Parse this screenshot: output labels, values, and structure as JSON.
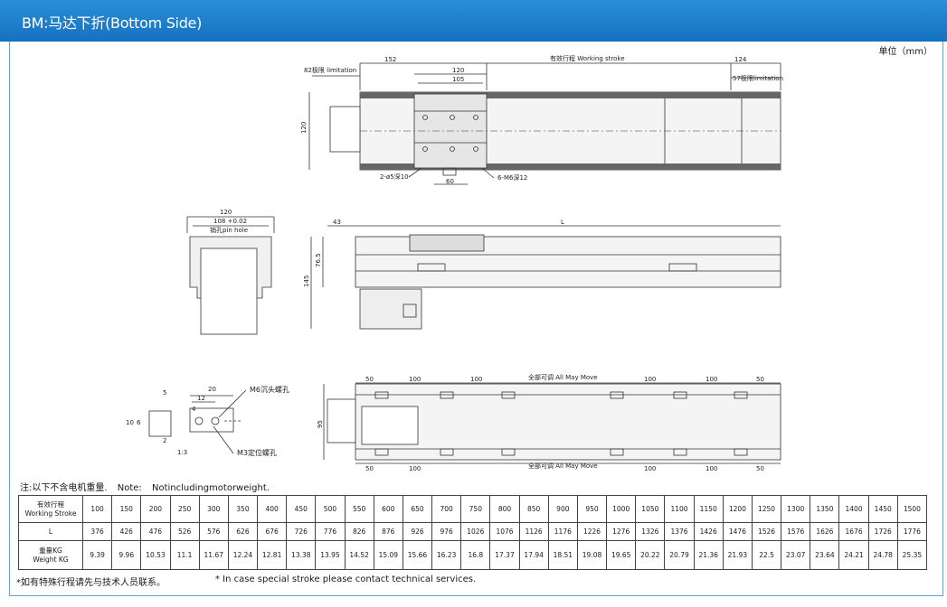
{
  "header": {
    "title": "BM:马达下折(Bottom Side)"
  },
  "unit_label": "单位（mm）",
  "drawing": {
    "top_view": {
      "label_82": "82极限 limitation",
      "label_57": "57极限limitation",
      "dim_152": "152",
      "dim_working": "有效行程 Working stroke",
      "dim_124": "124",
      "dim_120": "120",
      "dim_105": "105",
      "dim_120_v": "120",
      "dim_60": "60",
      "hole_left": "2-ø5深10",
      "hole_right": "6-M6深12"
    },
    "end_view": {
      "dim_120": "120",
      "dim_108": "108 +0.02",
      "pin_hole": "销孔pin hole",
      "dim_145": "145",
      "dim_76_5": "76.5",
      "dim_43": "43",
      "dim_L": "L"
    },
    "bottom_view": {
      "dim_50a": "50",
      "dim_100a": "100",
      "dim_100b": "100",
      "all_move": "全部可调 All May Move",
      "dim_100c": "100",
      "dim_100d": "100",
      "dim_50b": "50",
      "dim_95": "95",
      "dim_50c": "50",
      "dim_100e": "100",
      "all_move_b": "全部可调 All May Move",
      "dim_100f": "100",
      "dim_100g": "100",
      "dim_50d": "50"
    },
    "detail": {
      "dim_5": "5",
      "dim_10": "10",
      "dim_6": "6",
      "dim_2": "2",
      "dim_20": "20",
      "dim_12": "12",
      "dim_4": "4",
      "m6": "M6沉头螺孔",
      "m3": "M3定位螺孔",
      "scale": "1:3"
    }
  },
  "note": {
    "cn": "注:以下不含电机重量.",
    "en_label": "Note:",
    "en_text": "Notincludingmotorweight."
  },
  "table": {
    "row_headers": {
      "stroke_cn": "有效行程",
      "stroke_en": "Working Stroke",
      "length": "L",
      "weight_cn": "重量KG",
      "weight_en": "Weight KG"
    },
    "strokes": [
      "100",
      "150",
      "200",
      "250",
      "300",
      "350",
      "400",
      "450",
      "500",
      "550",
      "600",
      "650",
      "700",
      "750",
      "800",
      "850",
      "900",
      "950",
      "1000",
      "1050",
      "1100",
      "1150",
      "1200",
      "1250",
      "1300",
      "1350",
      "1400",
      "1450",
      "1500"
    ],
    "lengths": [
      "376",
      "426",
      "476",
      "526",
      "576",
      "626",
      "676",
      "726",
      "776",
      "826",
      "876",
      "926",
      "976",
      "1026",
      "1076",
      "1126",
      "1176",
      "1226",
      "1276",
      "1326",
      "1376",
      "1426",
      "1476",
      "1526",
      "1576",
      "1626",
      "1676",
      "1726",
      "1776"
    ],
    "weights": [
      "9.39",
      "9.96",
      "10.53",
      "11.1",
      "11.67",
      "12.24",
      "12.81",
      "13.38",
      "13.95",
      "14.52",
      "15.09",
      "15.66",
      "16.23",
      "16.8",
      "17.37",
      "17.94",
      "18.51",
      "19.08",
      "19.65",
      "20.22",
      "20.79",
      "21.36",
      "21.93",
      "22.5",
      "23.07",
      "23.64",
      "24.21",
      "24.78",
      "25.35"
    ]
  },
  "footer": {
    "cn": "*如有特殊行程请先与技术人员联系。",
    "en": "* In case special stroke please contact technical services."
  }
}
